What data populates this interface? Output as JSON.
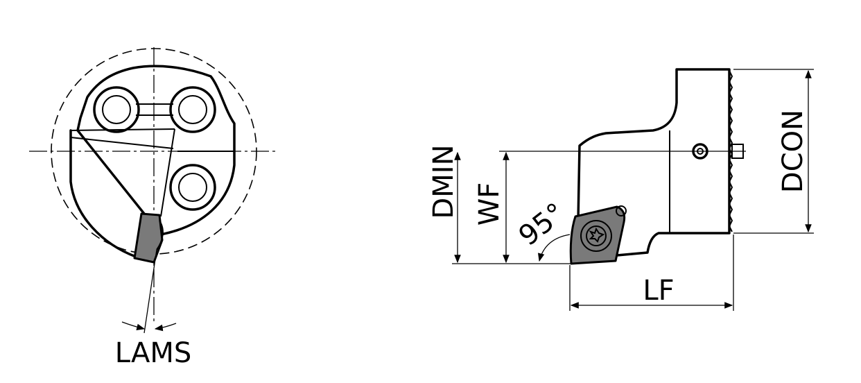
{
  "labels": {
    "lams": "LAMS",
    "dmin": "DMIN",
    "wf": "WF",
    "angle": "95°",
    "lf": "LF",
    "dcon": "DCON"
  }
}
